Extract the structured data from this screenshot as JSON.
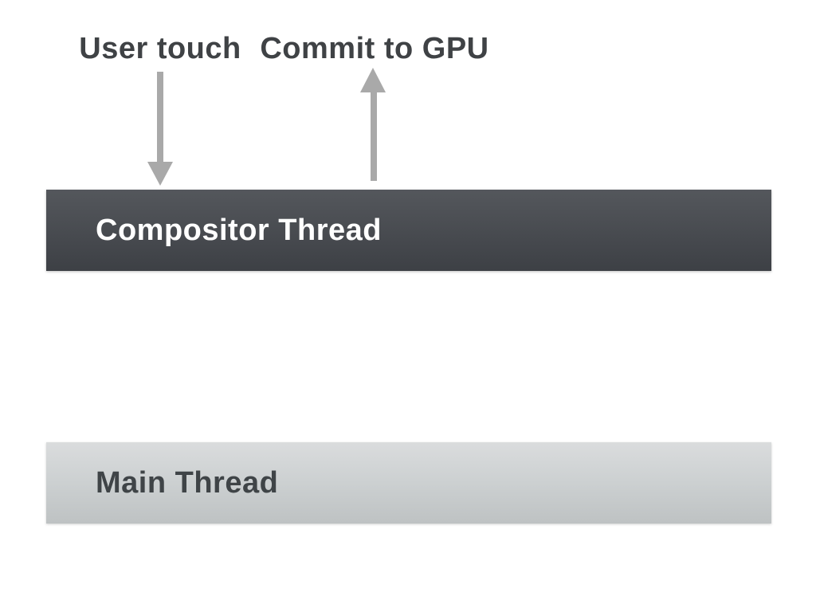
{
  "diagram": {
    "labels": {
      "user_touch": "User touch",
      "commit_to_gpu": "Commit to GPU"
    },
    "arrows": [
      {
        "name": "user-touch-arrow",
        "direction": "down",
        "from": "User touch",
        "to": "Compositor Thread"
      },
      {
        "name": "commit-to-gpu-arrow",
        "direction": "up",
        "from": "Compositor Thread",
        "to": "Commit to GPU"
      }
    ],
    "bars": {
      "compositor": {
        "label": "Compositor Thread"
      },
      "main": {
        "label": "Main Thread"
      }
    },
    "colors": {
      "background": "#ffffff",
      "label_text": "#3f4245",
      "arrow": "#a9a9a9",
      "compositor_bar_top": "#54575c",
      "compositor_bar_bottom": "#3d4045",
      "compositor_text": "#ffffff",
      "main_bar_top": "#dadcdd",
      "main_bar_bottom": "#bec2c3",
      "main_text": "#3f4447"
    }
  }
}
